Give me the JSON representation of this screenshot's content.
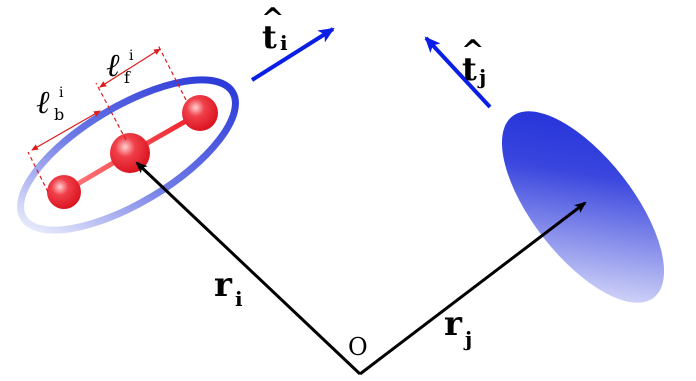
{
  "labels": {
    "origin": "O",
    "r_i_main": "r",
    "r_i_sub": "i",
    "r_j_main": "r",
    "r_j_sub": "j",
    "t_i_main": "t",
    "t_i_sub": "i",
    "t_j_main": "t",
    "t_j_sub": "j",
    "l_b_main": "ℓ",
    "l_b_sub": "b",
    "l_b_sup": "i",
    "l_f_main": "ℓ",
    "l_f_sub": "f",
    "l_f_sup": "i",
    "hat": "^"
  },
  "colors": {
    "vector": "#000000",
    "tangent": "#0a1ee6",
    "body_blue": "#1f2ed6",
    "bead_red": "#e8202a",
    "dimension_red": "#dd1c1c"
  }
}
